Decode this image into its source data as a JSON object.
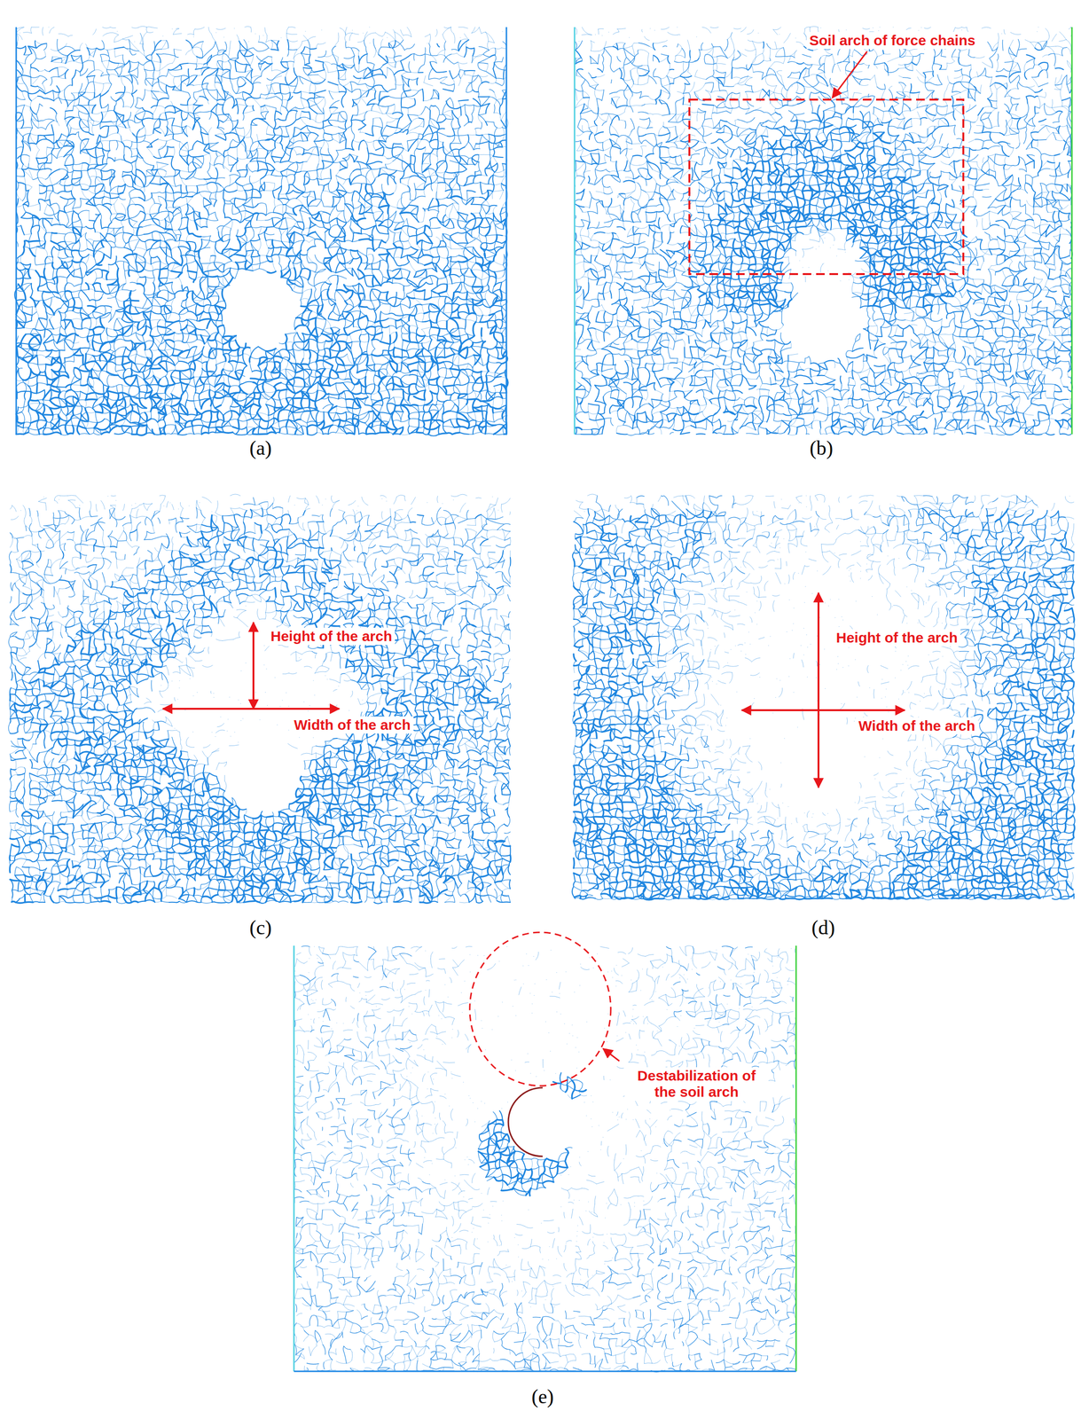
{
  "diagram": {
    "labels": [
      "(a)",
      "Soil arch of force chains",
      "(b)",
      "Height of the arch",
      "Width of the arch",
      "(c)",
      "Height of the arch",
      "Width of the arch",
      "(d)",
      "Destabilization of the soil arch",
      "(e)"
    ]
  }
}
